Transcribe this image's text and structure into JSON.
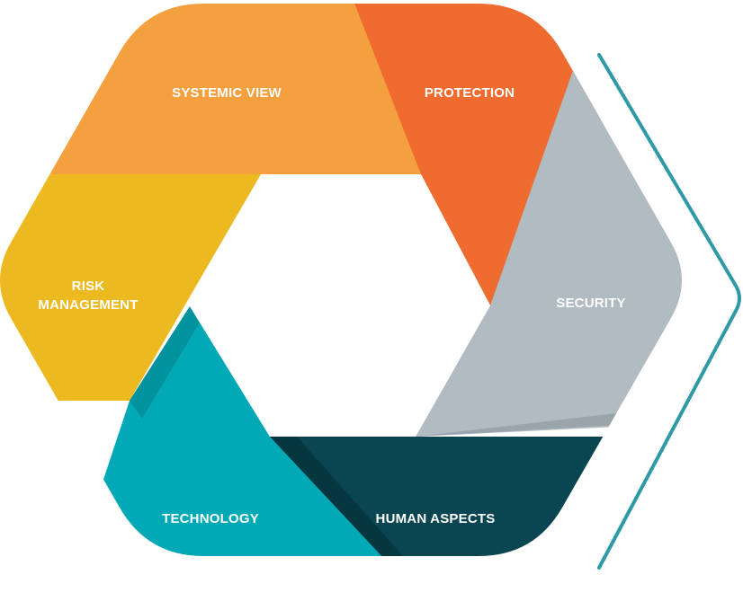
{
  "segments": [
    {
      "id": "systemic-view",
      "lines": [
        "SYSTEMIC VIEW"
      ],
      "color": "#f5a03f",
      "shadow": "#e8953a"
    },
    {
      "id": "protection",
      "lines": [
        "PROTECTION"
      ],
      "color": "#ef6b2f",
      "shadow": "#d85a2a"
    },
    {
      "id": "security",
      "lines": [
        "SECURITY"
      ],
      "color": "#b1bbc2",
      "shadow": "#9aa4ab"
    },
    {
      "id": "human-aspects",
      "lines": [
        "HUMAN ASPECTS"
      ],
      "color": "#0a4652",
      "shadow": "#063640"
    },
    {
      "id": "technology",
      "lines": [
        "TECHNOLOGY"
      ],
      "color": "#00a9b5",
      "shadow": "#00939e"
    },
    {
      "id": "risk-management",
      "lines": [
        "RISK",
        "MANAGEMENT"
      ],
      "color": "#ecb921",
      "shadow": "#dca81c"
    }
  ],
  "bracket_color": "#2e9aa5"
}
